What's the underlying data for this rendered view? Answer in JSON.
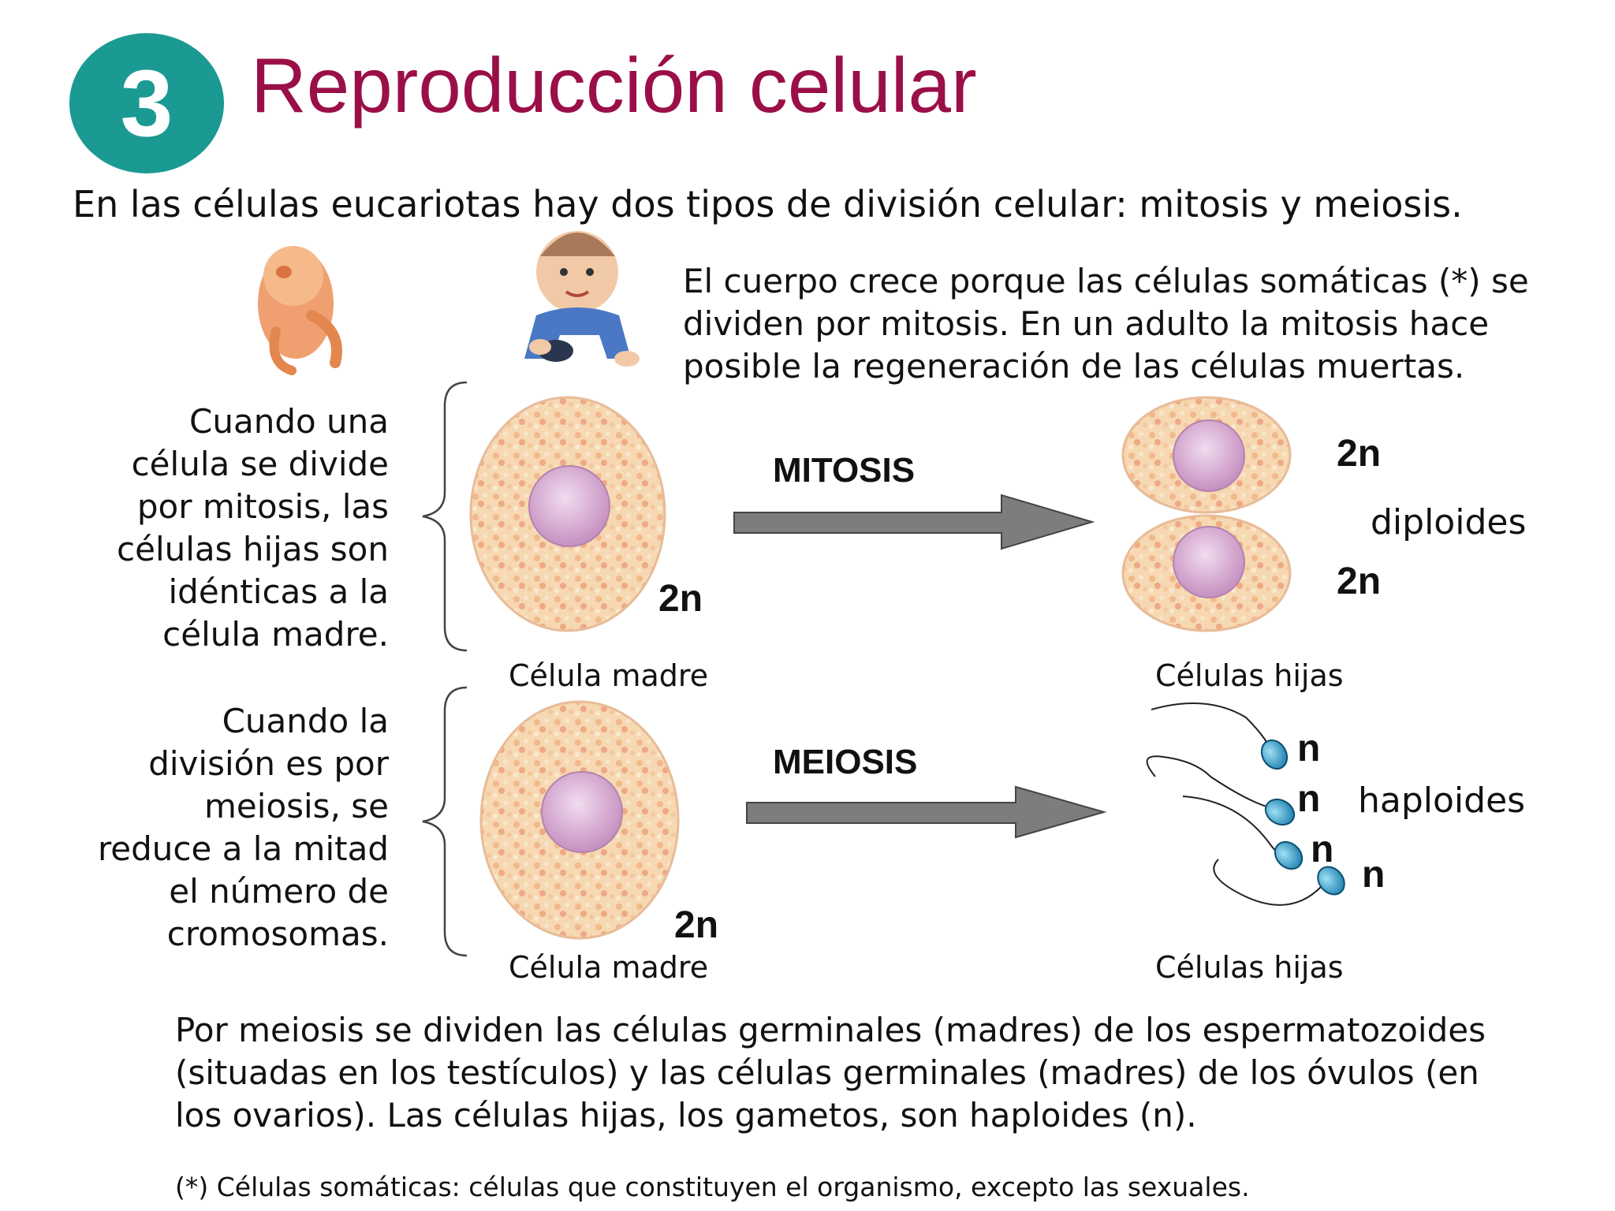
{
  "section_number": "3",
  "title": "Reproducción celular",
  "intro": "En las células eucariotas hay dos tipos de división celular: mitosis y meiosis.",
  "growth_text": "El cuerpo crece porque las células somáticas (*) se dividen por mitosis. En un adulto la mitosis hace posible la regeneración de las células muertas.",
  "mitosis": {
    "description": "Cuando una célula se divide por mitosis, las células hijas son idénticas a la célula madre.",
    "arrow_label": "MITOSIS",
    "mother_ploidy": "2n",
    "mother_caption": "Célula madre",
    "daughter_ploidy": [
      "2n",
      "2n"
    ],
    "daughter_type": "diploides",
    "daughters_caption": "Células hijas"
  },
  "meiosis": {
    "description": "Cuando la división es por meiosis, se reduce a la mitad el número de cromosomas.",
    "arrow_label": "MEIOSIS",
    "mother_ploidy": "2n",
    "mother_caption": "Célula madre",
    "daughter_ploidy": [
      "n",
      "n",
      "n",
      "n"
    ],
    "daughter_type": "haploides",
    "daughters_caption": "Células hijas"
  },
  "bottom_text": "Por meiosis se dividen las células germinales (madres) de los espermatozoides (situadas en los testículos) y las células germinales (madres) de los óvulos (en los ovarios). Las células hijas, los gametos, son haploides (n).",
  "footnote": "(*) Células somáticas: células que constituyen el organismo, excepto las sexuales.",
  "colors": {
    "title": "#9a0f47",
    "badge": "#1a9a93",
    "cell_fill": "#f7d7ae",
    "nucleus": "#d6a8cf",
    "arrow": "#7d7d7d",
    "sperm_head": "#2aa0cf"
  },
  "icons": [
    "fetus-image",
    "baby-image",
    "sperm-icon"
  ]
}
